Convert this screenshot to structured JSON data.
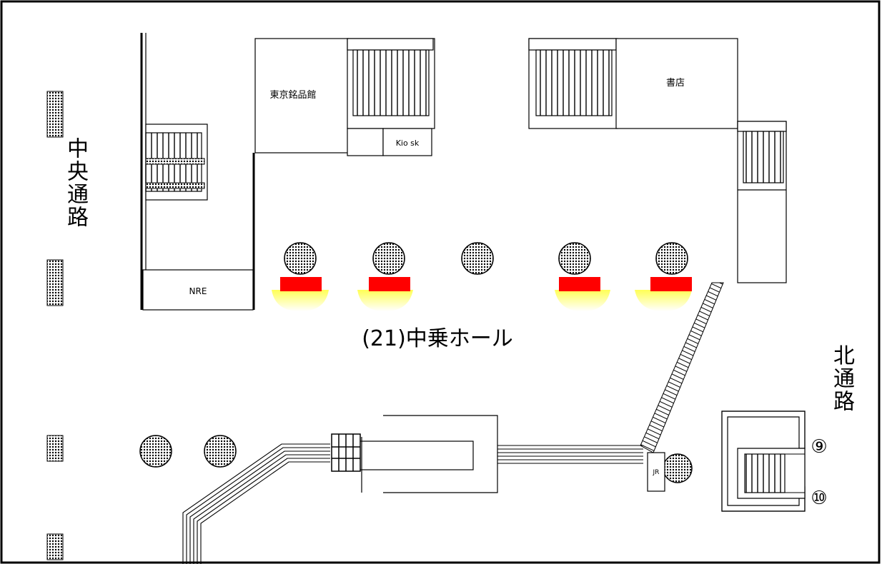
{
  "labels": {
    "central_passage": "中央通路",
    "north_passage": "北通路",
    "hall": "(21)中乗ホール",
    "tokyo_meihinkan": "東京銘品館",
    "bookstore": "書店",
    "kiosk": "Kio sk",
    "nre": "NRE",
    "exit_9": "⑨",
    "exit_10": "⑩",
    "jr_booth": "JR"
  },
  "colors": {
    "line": "#000000",
    "bench": "#ff0000",
    "glow_top": "#ffff66",
    "glow_bottom": "#ffffff",
    "pillar": "#444444"
  },
  "icons": {
    "pillar": "pillar-icon",
    "stairs": "stairs-icon",
    "bench": "bench-icon"
  }
}
